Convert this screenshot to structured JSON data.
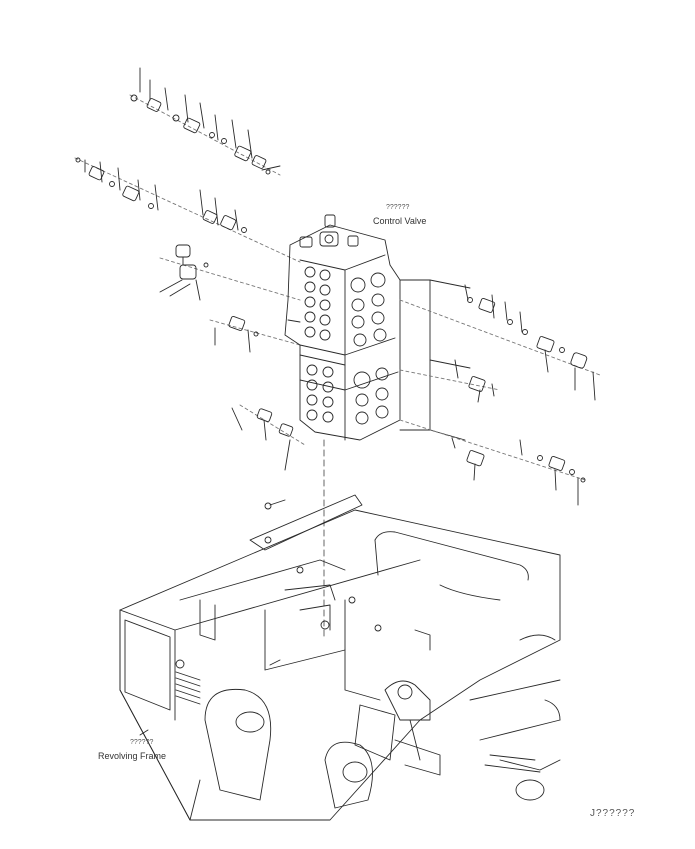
{
  "diagram": {
    "labels": {
      "control_valve_code": "??????",
      "control_valve_name": "Control Valve",
      "revolving_frame_code": "??????",
      "revolving_frame_name": "Revolving Frame",
      "figure_number": "J??????"
    },
    "colors": {
      "line": "#2a2a2a",
      "light_line": "#555555",
      "background": "#ffffff"
    }
  }
}
